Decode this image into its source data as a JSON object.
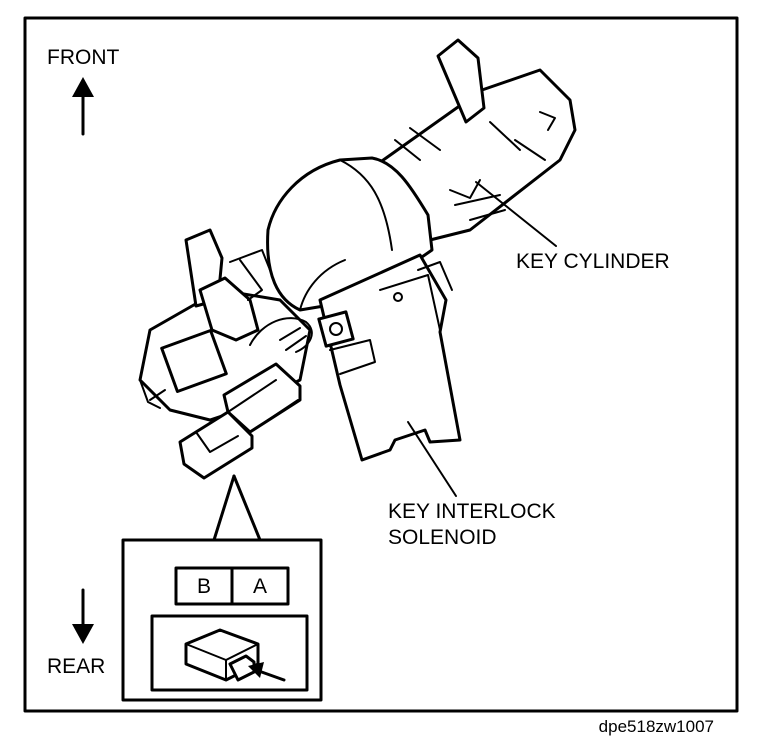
{
  "labels": {
    "front": "FRONT",
    "rear": "REAR",
    "key_cylinder": "KEY CYLINDER",
    "solenoid_line1": "KEY INTERLOCK",
    "solenoid_line2": "SOLENOID",
    "figure_id": "dpe518zw1007"
  },
  "connector": {
    "terminals": [
      "B",
      "A"
    ]
  },
  "colors": {
    "ink": "#000000",
    "paper": "#ffffff"
  }
}
